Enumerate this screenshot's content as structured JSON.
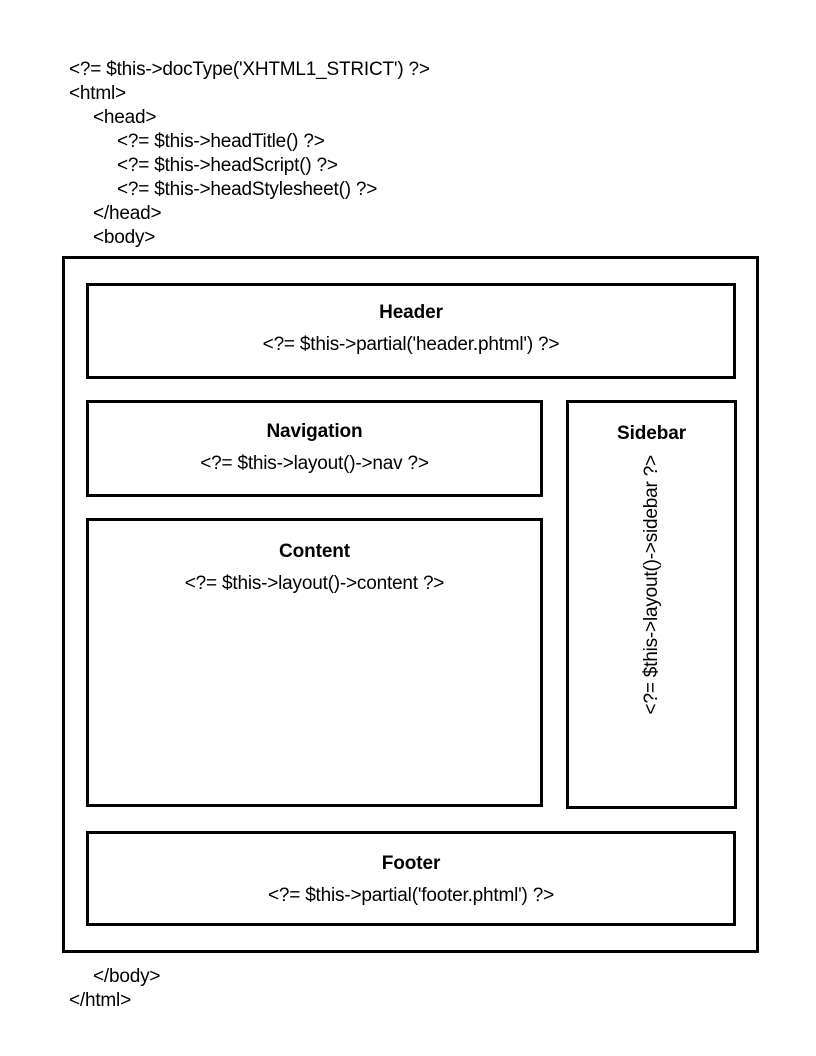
{
  "code_top": [
    {
      "indent": 0,
      "text": "<?= $this->docType('XHTML1_STRICT') ?>"
    },
    {
      "indent": 0,
      "text": "<html>"
    },
    {
      "indent": 1,
      "text": "<head>"
    },
    {
      "indent": 2,
      "text": "<?= $this->headTitle() ?>"
    },
    {
      "indent": 2,
      "text": "<?= $this->headScript() ?>"
    },
    {
      "indent": 2,
      "text": "<?= $this->headStylesheet() ?>"
    },
    {
      "indent": 1,
      "text": "</head>"
    },
    {
      "indent": 1,
      "text": "<body>"
    }
  ],
  "code_bottom": [
    {
      "indent": 1,
      "text": "</body>"
    },
    {
      "indent": 0,
      "text": "</html>"
    }
  ],
  "diagram": {
    "header": {
      "title": "Header",
      "code": "<?= $this->partial('header.phtml') ?>"
    },
    "navigation": {
      "title": "Navigation",
      "code": "<?= $this->layout()->nav ?>"
    },
    "content": {
      "title": "Content",
      "code": "<?= $this->layout()->content ?>"
    },
    "sidebar": {
      "title": "Sidebar",
      "code": "<?= $this->layout()->sidebar ?>"
    },
    "footer": {
      "title": "Footer",
      "code": "<?= $this->partial('footer.phtml') ?>"
    }
  },
  "colors": {
    "stroke": "#000000",
    "background": "#ffffff",
    "text": "#000000"
  }
}
